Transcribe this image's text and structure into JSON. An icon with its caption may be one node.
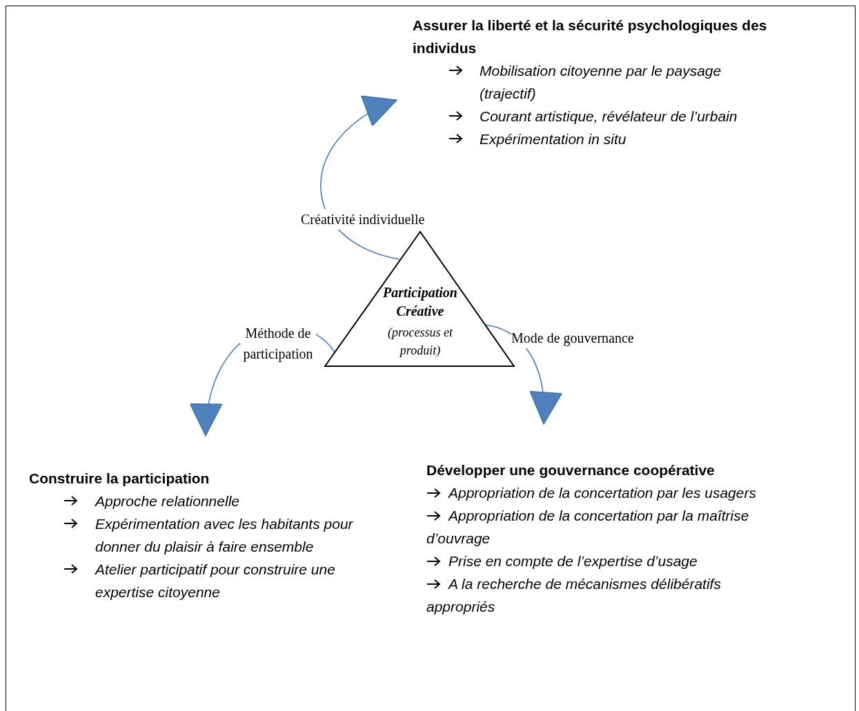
{
  "diagram": {
    "nodes": [
      {
        "text": [
          "Assurer la liberté et la sécurité psychologiques des individus",
          "Mobilisation citoyenne par le paysage (trajectif)",
          "Courant artistique, révélateur de l’urbain",
          "Expérimentation in situ"
        ]
      },
      {
        "text": [
          "Participation Créative",
          "(processus et produit)"
        ]
      },
      {
        "text": [
          "Construire la participation",
          "Approche relationnelle",
          "Expérimentation avec les habitants pour donner du plaisir à faire ensemble",
          "Atelier participatif pour construire une expertise citoyenne"
        ]
      },
      {
        "text": [
          "Développer une gouvernance coopérative",
          "Appropriation de la concertation par les usagers",
          "Appropriation de la concertation par la maîtrise d’ouvrage",
          "Prise en compte de l’expertise d’usage",
          "A la recherche de mécanismes délibératifs appropriés"
        ]
      }
    ],
    "edges": [
      {
        "from": 1,
        "to": 0,
        "arrow": "to",
        "label": "Créativité individuelle"
      },
      {
        "from": 1,
        "to": 2,
        "arrow": "to",
        "label": "Méthode de participation"
      },
      {
        "from": 1,
        "to": 3,
        "arrow": "to",
        "label": "Mode de gouvernance"
      }
    ]
  }
}
